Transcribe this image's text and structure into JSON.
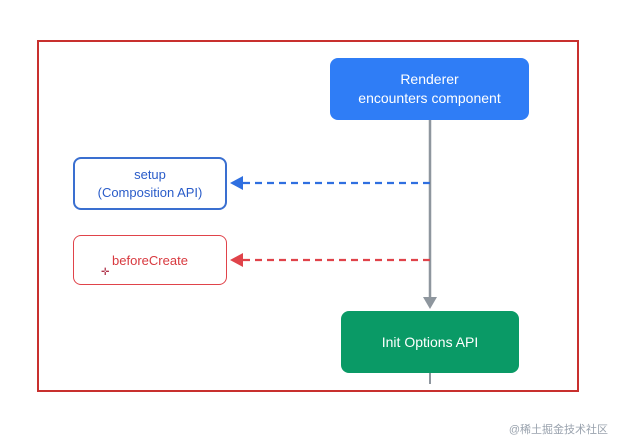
{
  "diagram": {
    "renderer": {
      "line1": "Renderer",
      "line2": "encounters component",
      "color": "#2f7df6"
    },
    "setup": {
      "line1": "setup",
      "line2": "(Composition API)",
      "color": "#3a6fd0"
    },
    "before_create": {
      "label": "beforeCreate",
      "color": "#e0434a"
    },
    "init_options": {
      "label": "Init Options API",
      "color": "#0a9a66"
    },
    "frame_color": "#c8302e",
    "arrow_colors": {
      "main": "#8e969e",
      "setup": "#2f6fe0",
      "before_create": "#e0434a"
    }
  },
  "cursor_icon": "crosshair-icon",
  "watermark": "@稀土掘金技术社区"
}
